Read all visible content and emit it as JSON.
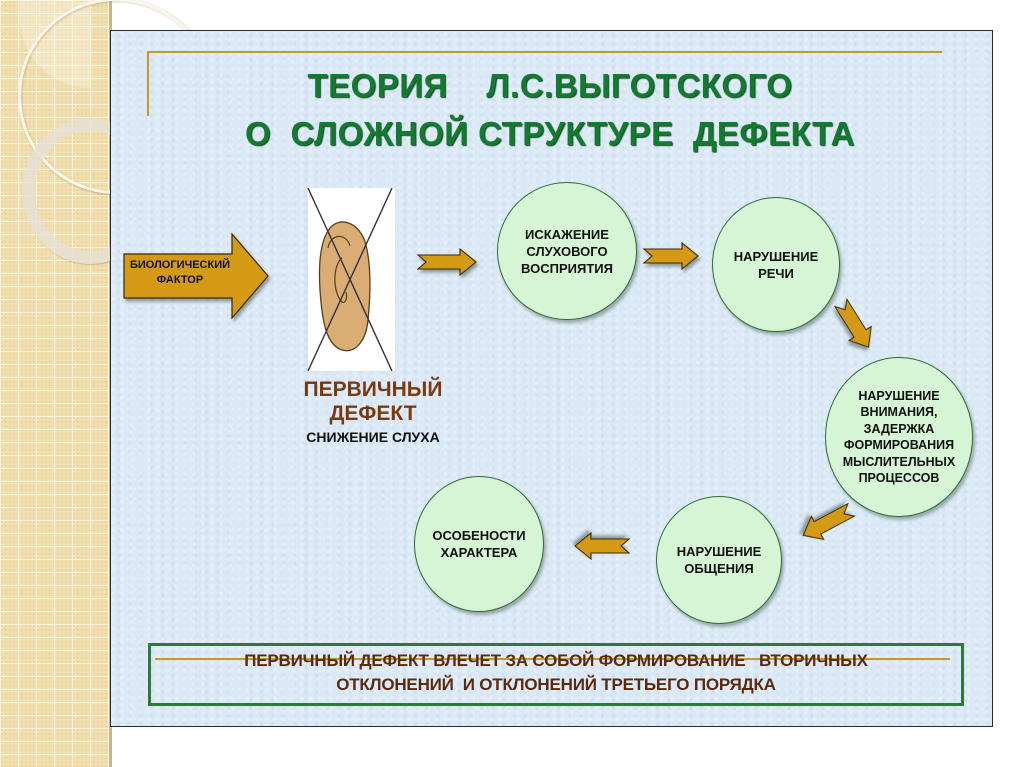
{
  "colors": {
    "title_green": "#137a30",
    "arrow_gold": "#d49a12",
    "node_fill": "#d5f5d4",
    "node_border": "#2e6b3a",
    "primary_brown": "#7a3a10",
    "slide_bg": "#dbe9f7",
    "frame_green": "#2e7a34"
  },
  "title": {
    "line1": "ТЕОРИЯ    Л.С.ВЫГОТСКОГО",
    "line2": "О  СЛОЖНОЙ СТРУКТУРЕ  ДЕФЕКТА"
  },
  "bio_factor": {
    "label": "БИОЛОГИЧЕСКИЙ\nФАКТОР",
    "icon": "big-right-arrow"
  },
  "ear": {
    "icon": "crossed-out-ear-icon"
  },
  "primary_defect": {
    "title_line1": "ПЕРВИЧНЫЙ",
    "title_line2": "ДЕФЕКТ",
    "subtitle": "СНИЖЕНИЕ СЛУХА"
  },
  "nodes": [
    {
      "label": "ИСКАЖЕНИЕ\nСЛУХОВОГО\nВОСПРИЯТИЯ"
    },
    {
      "label": "НАРУШЕНИЕ\nРЕЧИ"
    },
    {
      "label": "НАРУШЕНИЕ\nВНИМАНИЯ,\nЗАДЕРЖКА\nФОРМИРОВАНИЯ\nМЫСЛИТЕЛЬНЫХ\nПРОЦЕССОВ"
    },
    {
      "label": "НАРУШЕНИЕ\nОБЩЕНИЯ"
    },
    {
      "label": "ОСОБЕНОСТИ\nХАРАКТЕРА"
    }
  ],
  "conclusion": {
    "line1": "ПЕРВИЧНЫЙ ДЕФЕКТ ВЛЕЧЕТ ЗА СОБОЙ ФОРМИРОВАНИЕ   ВТОРИЧНЫХ",
    "line2": "ОТКЛОНЕНИЙ  И ОТКЛОНЕНИЙ ТРЕТЬЕГО ПОРЯДКА"
  }
}
